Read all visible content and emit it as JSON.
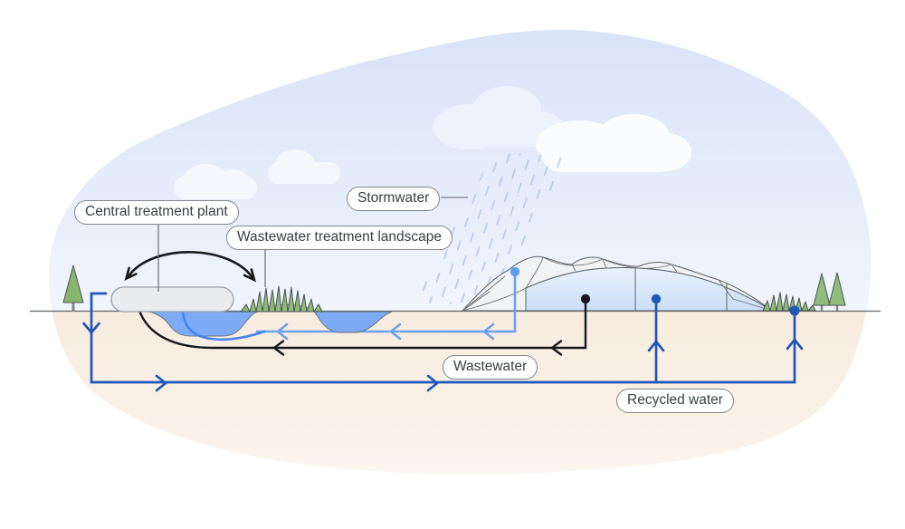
{
  "labels": {
    "central_treatment_plant": "Central treatment plant",
    "wastewater_treatment_landscape": "Wastewater treatment landscape",
    "stormwater": "Stormwater",
    "wastewater": "Wastewater",
    "recycled_water": "Recycled water"
  },
  "colors": {
    "sky_top": "#d9e3f8",
    "sky_bottom": "#f0f4fc",
    "ground": "#f8ecdf",
    "pond_water": "#7dabf6",
    "stormwater_line": "#6ba1f3",
    "pond_to_plant_line": "#4285f4",
    "recycled_water_line": "#1e56ba",
    "wastewater_line": "#17191c",
    "vegetation": "#8fbc75",
    "building_canopy": "#f2f3f5",
    "building_glass": "#d9e7f9",
    "outline_gray": "#5f6368"
  },
  "flows": [
    {
      "name": "stormwater",
      "color": "#6ba1f3",
      "from": "building-roof",
      "to": "treatment-ponds"
    },
    {
      "name": "wastewater",
      "color": "#17191c",
      "from": "building",
      "to": "central-treatment-plant"
    },
    {
      "name": "pond-to-plant",
      "color": "#4285f4",
      "from": "treatment-ponds",
      "to": "central-treatment-plant"
    },
    {
      "name": "recycled-water",
      "color": "#1e56ba",
      "from": "central-treatment-plant",
      "to": "building-and-landscape"
    },
    {
      "name": "plant-landscape-exchange",
      "color": "#17191c",
      "from": "central-treatment-plant",
      "to": "wastewater-treatment-landscape",
      "bidirectional": true
    }
  ]
}
